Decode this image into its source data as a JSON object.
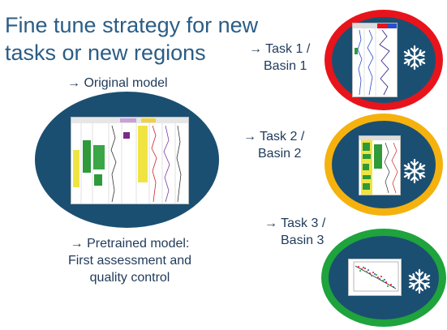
{
  "title": "Fine tune strategy for new tasks or new regions",
  "arrow": "→",
  "original_model": {
    "label": "Original model"
  },
  "pretrained": {
    "line1": "Pretrained model:",
    "line2": "First assessment and",
    "line3": "quality control"
  },
  "tasks": [
    {
      "line1": "Task 1 /",
      "line2": "Basin 1",
      "ring_color": "#e8141b"
    },
    {
      "line1": "Task 2 /",
      "line2": "Basin 2",
      "ring_color": "#f5b20e"
    },
    {
      "line1": "Task 3 /",
      "line2": "Basin 3",
      "ring_color": "#1fa33c"
    }
  ],
  "colors": {
    "oval_fill": "#1b4f72",
    "text": "#1f3a5a",
    "title": "#2a5d86"
  },
  "icons": {
    "frozen": "snowflake-icon",
    "arrow": "arrow-right-icon"
  }
}
